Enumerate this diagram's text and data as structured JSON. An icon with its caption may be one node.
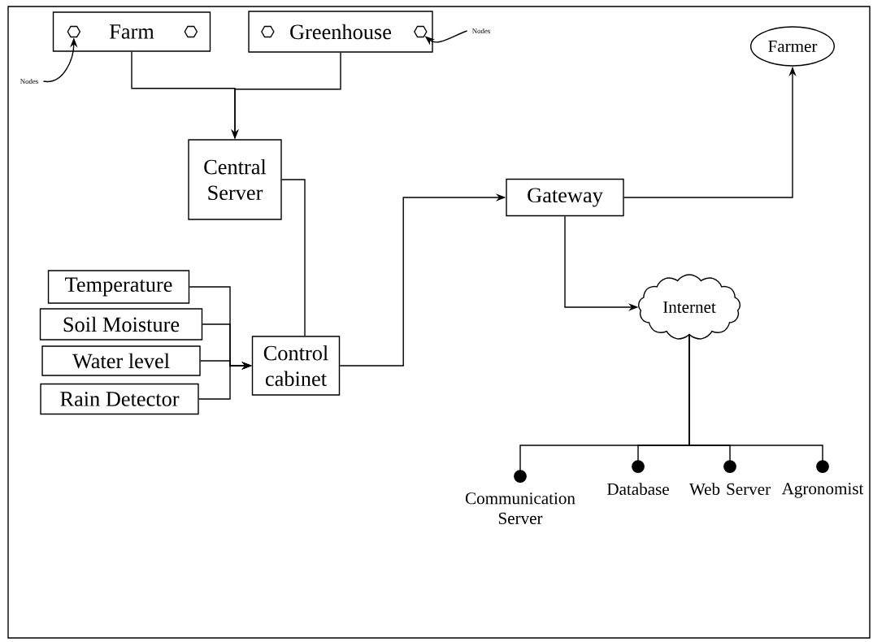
{
  "diagram": {
    "nodes": [
      {
        "text": [
          "Farm"
        ]
      },
      {
        "text": [],
        "shape": "hexagon",
        "in": 0
      },
      {
        "text": [],
        "shape": "hexagon",
        "in": 0
      },
      {
        "text": [
          "Greenhouse"
        ]
      },
      {
        "text": [],
        "shape": "hexagon",
        "in": 3
      },
      {
        "text": [],
        "shape": "hexagon",
        "in": 3
      },
      {
        "text": [
          "Nodes"
        ]
      },
      {
        "text": [
          "Nodes"
        ]
      },
      {
        "text": [
          "Farmer"
        ]
      },
      {
        "text": [
          "Central Server"
        ]
      },
      {
        "text": [
          "Gateway"
        ]
      },
      {
        "text": [
          "Temperature"
        ]
      },
      {
        "text": [
          "Soil Moisture"
        ]
      },
      {
        "text": [
          "Water level"
        ]
      },
      {
        "text": [
          "Rain Detector"
        ]
      },
      {
        "text": [
          "Control cabinet"
        ]
      },
      {
        "text": [
          "Internet"
        ]
      },
      {
        "text": [
          "Communication Server"
        ]
      },
      {
        "text": [
          "Database"
        ]
      },
      {
        "text": [
          "Web Server"
        ]
      },
      {
        "text": [
          "Agronomist"
        ]
      }
    ],
    "edges": [
      {
        "from": 6,
        "to": 1,
        "arrow": "to"
      },
      {
        "from": 7,
        "to": 5,
        "arrow": "to"
      },
      {
        "from": 0,
        "to": 9,
        "arrow": "to"
      },
      {
        "from": 3,
        "to": 9,
        "arrow": "to"
      },
      {
        "from": 9,
        "to": 15,
        "arrow": "none"
      },
      {
        "from": 11,
        "to": 15,
        "arrow": "to"
      },
      {
        "from": 12,
        "to": 15,
        "arrow": "to"
      },
      {
        "from": 13,
        "to": 15,
        "arrow": "to"
      },
      {
        "from": 14,
        "to": 15,
        "arrow": "to"
      },
      {
        "from": 15,
        "to": 10,
        "arrow": "to"
      },
      {
        "from": 10,
        "to": 8,
        "arrow": "to"
      },
      {
        "from": 10,
        "to": 16,
        "arrow": "to"
      },
      {
        "from": 16,
        "to": 17,
        "arrow": "other"
      },
      {
        "from": 16,
        "to": 18,
        "arrow": "other"
      },
      {
        "from": 16,
        "to": 19,
        "arrow": "other"
      },
      {
        "from": 16,
        "to": 20,
        "arrow": "other"
      }
    ]
  }
}
